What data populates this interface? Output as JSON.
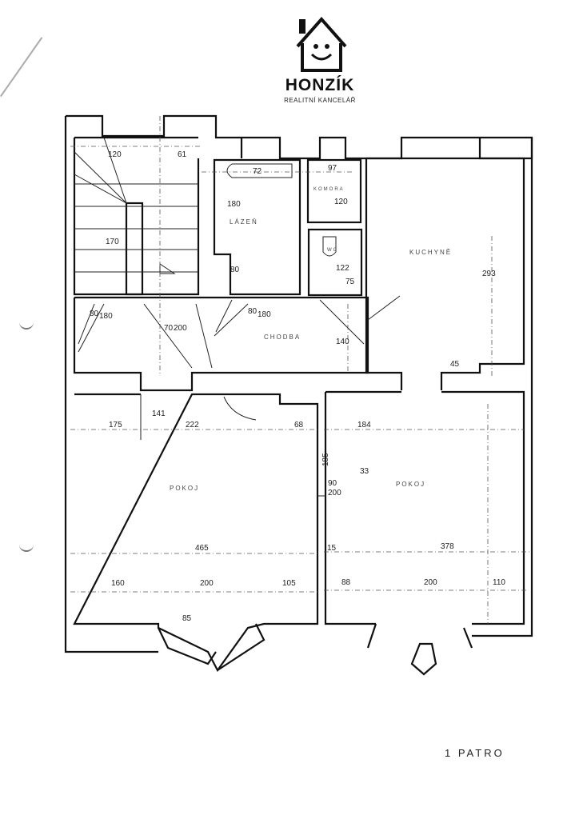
{
  "logo": {
    "name": "HONZÍK",
    "subtitle": "REALITNÍ KANCELÁŘ"
  },
  "rooms": {
    "bathroom": "LÁZEŇ",
    "hallway": "CHODBA",
    "pantry": "KOMORA",
    "wc": "WC",
    "kitchen": "KUCHYNĚ",
    "room_left": "POKOJ",
    "room_right": "POKOJ"
  },
  "dimensions": {
    "stair_width": "120",
    "stair_gap": "61",
    "stair_length": "170",
    "bath_tub": "72",
    "bath_height": "180",
    "bath_door": "80",
    "door_a": "80",
    "door_a2": "180",
    "door_b": "80",
    "door_b2": "180",
    "door_c": "70",
    "door_c2": "200",
    "pantry_w": "97",
    "pantry_h": "120",
    "wc_h": "122",
    "wc_door": "75",
    "hall_h": "140",
    "kitchen_h": "293",
    "kitchen_step": "45",
    "top_175": "175",
    "top_222": "222",
    "top_68": "68",
    "top_184": "184",
    "v_185": "185",
    "door_90": "90",
    "door_200": "200",
    "v_33": "33",
    "left_total": "465",
    "wall_15": "15",
    "right_total": "378",
    "b_160": "160",
    "b_200": "200",
    "b_105": "105",
    "b_88": "88",
    "b_200r": "200",
    "b_110": "110",
    "bay_85": "85",
    "v_141": "141"
  },
  "floor_label": "1 PATRO"
}
